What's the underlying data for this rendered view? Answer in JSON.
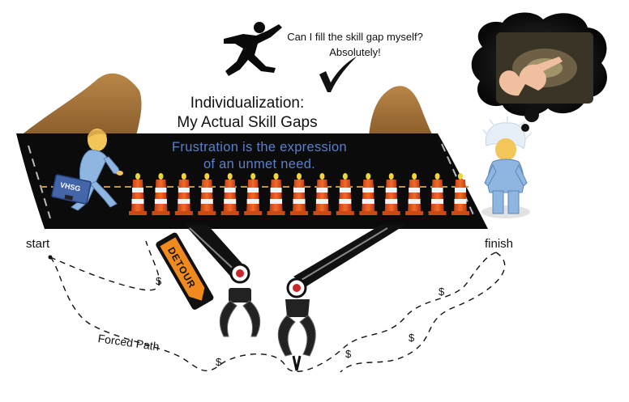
{
  "header": {
    "question_line1": "Can I fill the skill gap myself?",
    "question_line2": "Absolutely!"
  },
  "title": {
    "line1": "Individualization:",
    "line2": "My Actual Skill Gaps"
  },
  "road": {
    "message_line1": "Frustration is the expression",
    "message_line2": "of an unmet need.",
    "briefcase_label": "VHSG",
    "cone_count": 15
  },
  "labels": {
    "start": "start",
    "finish": "finish",
    "forced_path": "Forced Path",
    "detour_sign": "DETOUR",
    "dollar_sign": "$"
  },
  "colors": {
    "road": "#0b0b0b",
    "dirt": "#a2723a",
    "cone_orange": "#e8561e",
    "figure_blue": "#8fb6e0",
    "message_blue": "#5b7fc9",
    "detour_orange": "#f08a1f"
  }
}
